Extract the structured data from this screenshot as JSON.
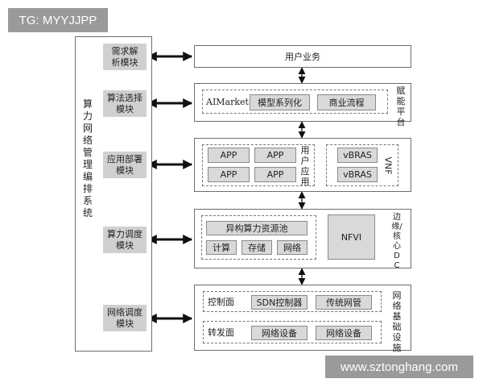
{
  "watermarks": {
    "top_left": "TG: MYYJJPP",
    "bottom_right": "www.sztonghang.com"
  },
  "management_system": {
    "title": "算力网络管理编排系统",
    "modules": [
      "需求解\n析模块",
      "算法选择\n模块",
      "应用部署\n模块",
      "算力调度\n模块",
      "网络调度\n模块"
    ]
  },
  "layers": {
    "user_business": {
      "label": "用户业务"
    },
    "enablement": {
      "side_label": "赋能平台",
      "aimarket": "AIMarket",
      "model_series": "模型系列化",
      "business_process": "商业流程"
    },
    "apps": {
      "app_cells": [
        "APP",
        "APP",
        "APP",
        "APP"
      ],
      "user_apps_label": "用户应用",
      "vbras_cells": [
        "vBRAS",
        "vBRAS"
      ],
      "vnf_label": "VNF"
    },
    "dc": {
      "side_label": "边缘/核心DC",
      "pool": "异构算力资源池",
      "resources": [
        "计算",
        "存储",
        "网络"
      ],
      "nfvi": "NFVI"
    },
    "network": {
      "side_label": "网络基础设施",
      "control_plane": "控制面",
      "sdn_controller": "SDN控制器",
      "traditional_nm": "传统网管",
      "forwarding_plane": "转发面",
      "devices": [
        "网络设备",
        "网络设备"
      ]
    }
  }
}
